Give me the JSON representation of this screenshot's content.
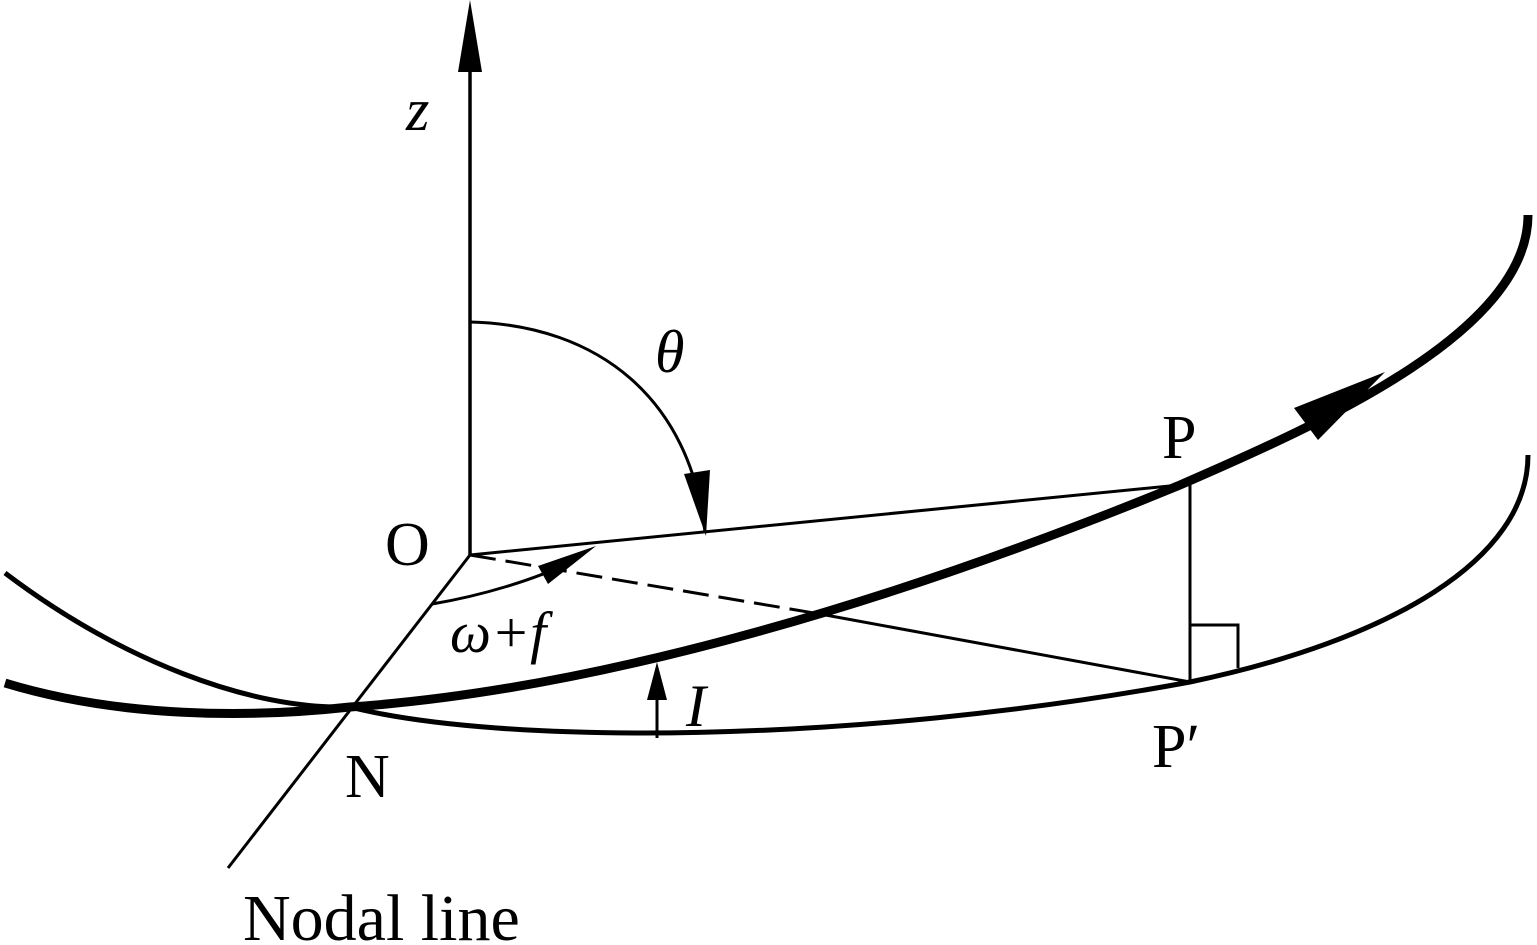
{
  "labels": {
    "z_axis": "z",
    "theta": "θ",
    "origin": "O",
    "point_p": "P",
    "point_p_prime": "P′",
    "node": "N",
    "omega_plus_f": "ω+f",
    "inclination": "I",
    "nodal_line": "Nodal line"
  },
  "colors": {
    "ink": "#000000",
    "background": "#ffffff"
  }
}
